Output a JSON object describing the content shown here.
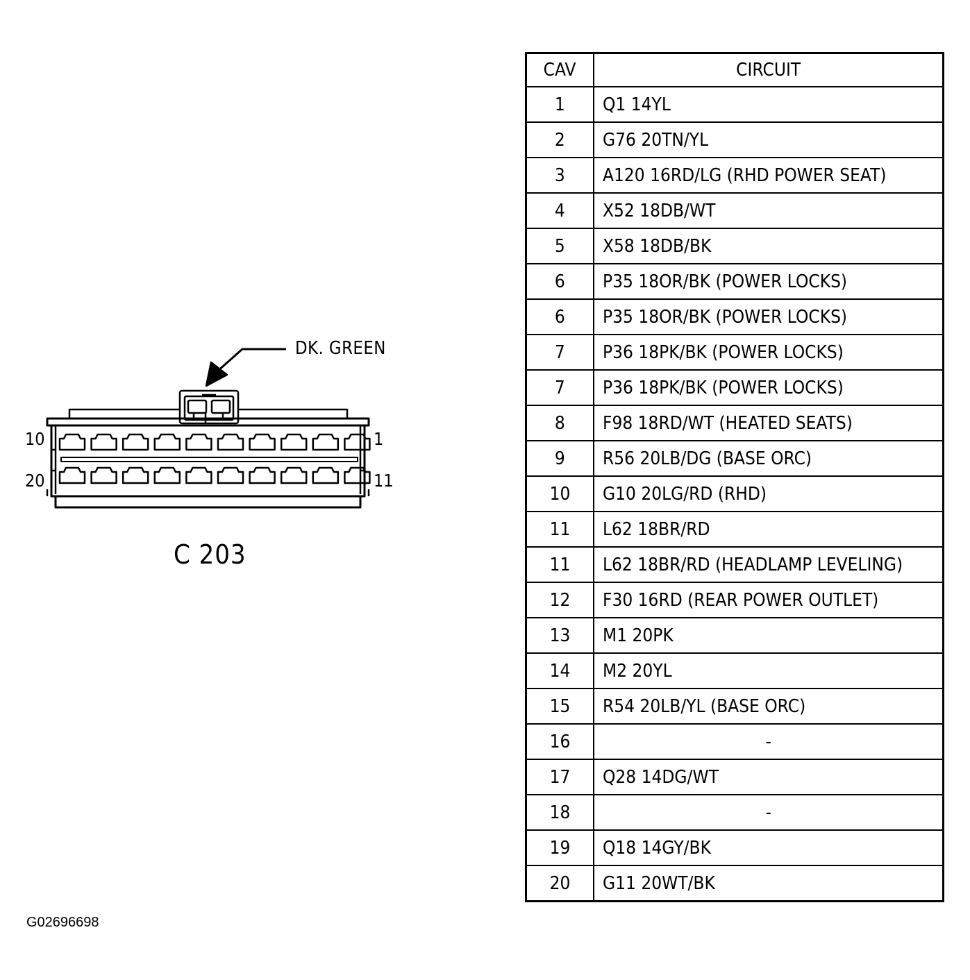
{
  "connector": {
    "name": "C 203",
    "callout": "DK. GREEN",
    "pin_labels": {
      "top_left": "10",
      "top_right": "1",
      "bottom_left": "20",
      "bottom_right": "11"
    },
    "color": "#000000"
  },
  "table": {
    "headers": {
      "cav": "CAV",
      "circuit": "CIRCUIT"
    },
    "rows": [
      {
        "cav": "1",
        "circuit": "Q1 14YL"
      },
      {
        "cav": "2",
        "circuit": "G76 20TN/YL"
      },
      {
        "cav": "3",
        "circuit": "A120 16RD/LG (RHD POWER SEAT)"
      },
      {
        "cav": "4",
        "circuit": "X52 18DB/WT"
      },
      {
        "cav": "5",
        "circuit": "X58 18DB/BK"
      },
      {
        "cav": "6",
        "circuit": "P35 18OR/BK (POWER LOCKS)"
      },
      {
        "cav": "6",
        "circuit": "P35 18OR/BK (POWER LOCKS)"
      },
      {
        "cav": "7",
        "circuit": "P36 18PK/BK (POWER LOCKS)"
      },
      {
        "cav": "7",
        "circuit": "P36 18PK/BK (POWER LOCKS)"
      },
      {
        "cav": "8",
        "circuit": "F98 18RD/WT (HEATED SEATS)"
      },
      {
        "cav": "9",
        "circuit": "R56 20LB/DG (BASE ORC)"
      },
      {
        "cav": "10",
        "circuit": "G10 20LG/RD (RHD)"
      },
      {
        "cav": "11",
        "circuit": "L62 18BR/RD"
      },
      {
        "cav": "11",
        "circuit": "L62 18BR/RD (HEADLAMP LEVELING)"
      },
      {
        "cav": "12",
        "circuit": "F30 16RD (REAR POWER OUTLET)"
      },
      {
        "cav": "13",
        "circuit": "M1 20PK"
      },
      {
        "cav": "14",
        "circuit": "M2 20YL"
      },
      {
        "cav": "15",
        "circuit": "R54 20LB/YL (BASE ORC)"
      },
      {
        "cav": "16",
        "circuit": "-"
      },
      {
        "cav": "17",
        "circuit": "Q28 14DG/WT"
      },
      {
        "cav": "18",
        "circuit": "-"
      },
      {
        "cav": "19",
        "circuit": "Q18 14GY/BK"
      },
      {
        "cav": "20",
        "circuit": "G11 20WT/BK"
      }
    ]
  },
  "figure_id": "G02696698"
}
